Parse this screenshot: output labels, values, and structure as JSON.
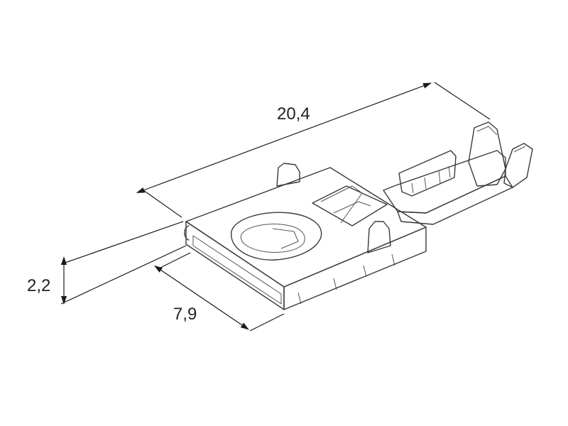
{
  "dimensions": {
    "length": "20,4",
    "height": "2,2",
    "width": "7,9"
  },
  "colors": {
    "line": "#1a1a1a",
    "metal_light": "#f4f4f4",
    "metal_mid": "#d9d9d9",
    "metal_dark": "#a9a9a9"
  }
}
